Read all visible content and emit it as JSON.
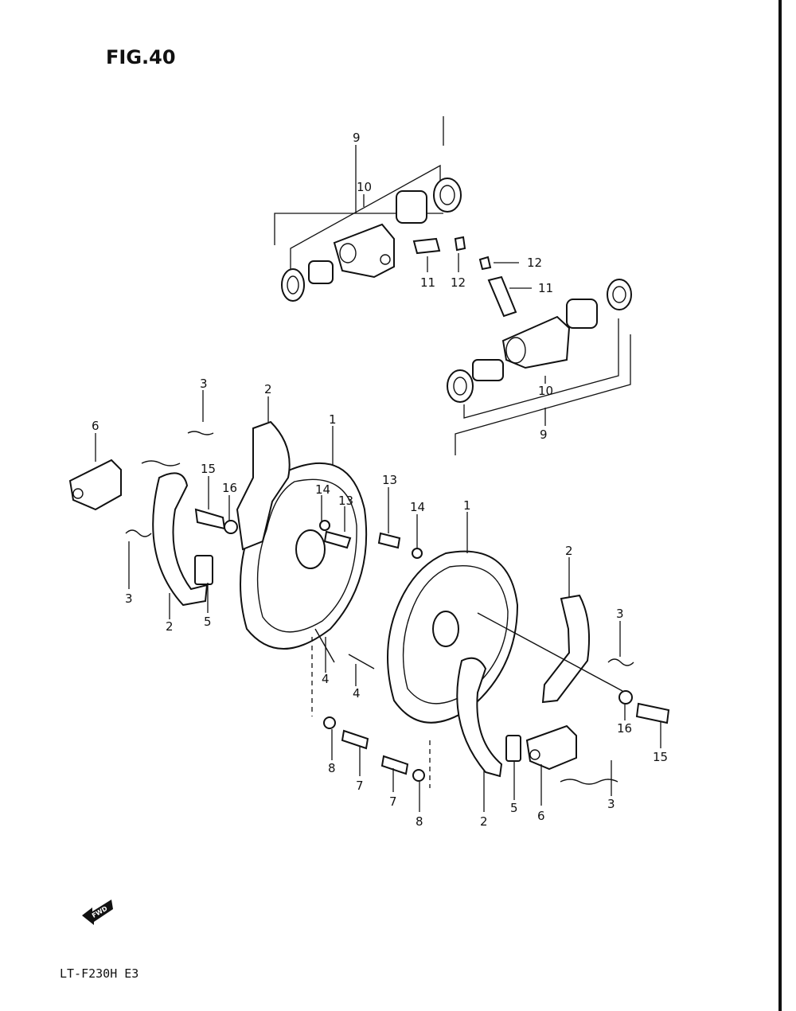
{
  "figure": {
    "title": "FIG.40",
    "model": "LT-F230H  E3",
    "fwd_label": "FWD"
  },
  "callouts": {
    "wc_top_assembly": "9",
    "wc_top_kit": "10",
    "wc_top_bleeder": "11",
    "wc_top_cap": "12",
    "wc_right_cap": "12",
    "wc_right_bleeder": "11",
    "wc_right_kit": "10",
    "wc_right_assembly": "9",
    "left_spring_upper": "3",
    "left_shoe_upper": "2",
    "left_backplate": "1",
    "left_cylinder": "6",
    "left_bolt": "15",
    "left_washer": "16",
    "left_plate_nut": "14",
    "left_plate_bolt": "13",
    "left_outer_bolt": "13",
    "left_outer_nut": "14",
    "right_backplate": "1",
    "left_spring_lower": "3",
    "left_shoe_lower": "2",
    "left_retainer": "5",
    "pin_left": "4",
    "pin_right": "4",
    "right_shoe_upper": "2",
    "right_spring_upper": "3",
    "right_washer": "16",
    "right_bolt": "15",
    "washer_left": "8",
    "bolt_left": "7",
    "bolt_right": "7",
    "washer_right": "8",
    "right_shoe_lower": "2",
    "right_retainer": "5",
    "right_cylinder": "6",
    "right_spring_lower": "3"
  }
}
